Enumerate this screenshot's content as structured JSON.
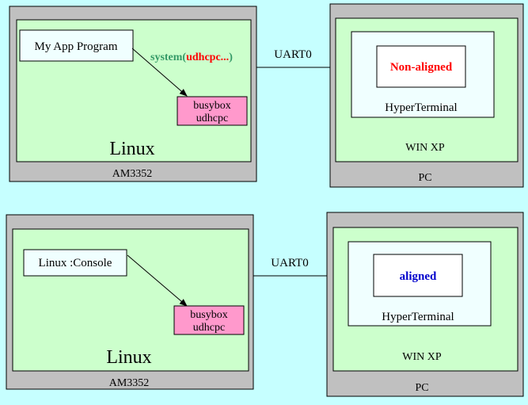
{
  "colors": {
    "background": "#c6ffff",
    "device_outer": "#c0c0c0",
    "device_inner": "#ccffcc",
    "box_fill": "#f0ffff",
    "busybox_fill": "#ff99cc",
    "text_red": "#ff0000",
    "text_blue": "#0000cc",
    "text_green": "#339966",
    "line": "#000000"
  },
  "top": {
    "am3352": {
      "device_label": "AM3352",
      "os_label": "Linux",
      "app_box": "My App Program",
      "call_prefix": "system(",
      "call_arg": "udhcpc...",
      "call_suffix": ")",
      "busybox_line1": "busybox",
      "busybox_line2": "udhcpc"
    },
    "link_label": "UART0",
    "pc": {
      "device_label": "PC",
      "os_label": "WIN XP",
      "terminal_label": "HyperTerminal",
      "status": "Non-aligned"
    }
  },
  "bottom": {
    "am3352": {
      "device_label": "AM3352",
      "os_label": "Linux",
      "console_box": "Linux :Console",
      "busybox_line1": "busybox",
      "busybox_line2": "udhcpc"
    },
    "link_label": "UART0",
    "pc": {
      "device_label": "PC",
      "os_label": "WIN XP",
      "terminal_label": "HyperTerminal",
      "status": "aligned"
    }
  }
}
